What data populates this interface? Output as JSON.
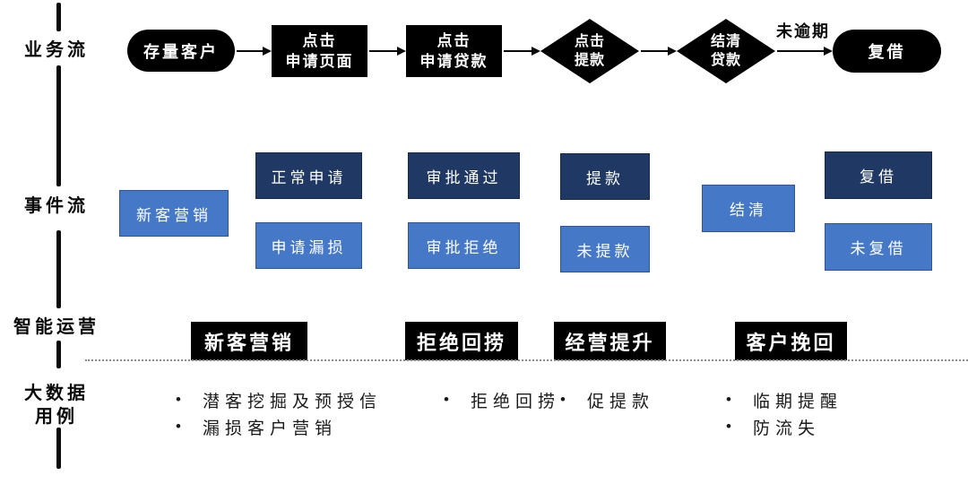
{
  "palette": {
    "black": "#000000",
    "navy": "#1F3864",
    "blue": "#4678C8",
    "blue_border": "#2F5597",
    "text": "#1A1A1A"
  },
  "lanes": {
    "business_flow": "业务流",
    "event_flow": "事件流",
    "smart_ops": "智能运营",
    "bigdata": "大数据\n用例"
  },
  "business_flow": {
    "start": "存量客户",
    "click_page": "点击\n申请页面",
    "click_loan": "点击\n申请贷款",
    "decision_drawdown": "点击\n提款",
    "decision_settle": "结清\n贷款",
    "edge_label": "未逾期",
    "end": "复借"
  },
  "event_flow": {
    "new_customer": "新客营销",
    "normal_apply": "正常申请",
    "apply_leak": "申请漏损",
    "approve_pass": "审批通过",
    "approve_reject": "审批拒绝",
    "drawdown": "提款",
    "no_drawdown": "未提款",
    "settled": "结清",
    "reborrow": "复借",
    "no_reborrow": "未复借"
  },
  "smart_ops": {
    "items": [
      "新客营销",
      "拒绝回捞",
      "经营提升",
      "客户挽回"
    ]
  },
  "bigdata": {
    "bullet_glyph": "●",
    "columns": [
      {
        "bullets": [
          "潜客挖掘及预授信",
          "漏损客户营销"
        ]
      },
      {
        "bullets": [
          "拒绝回捞"
        ]
      },
      {
        "bullets": [
          "促提款"
        ]
      },
      {
        "bullets": [
          "临期提醒",
          "防流失"
        ]
      }
    ]
  }
}
